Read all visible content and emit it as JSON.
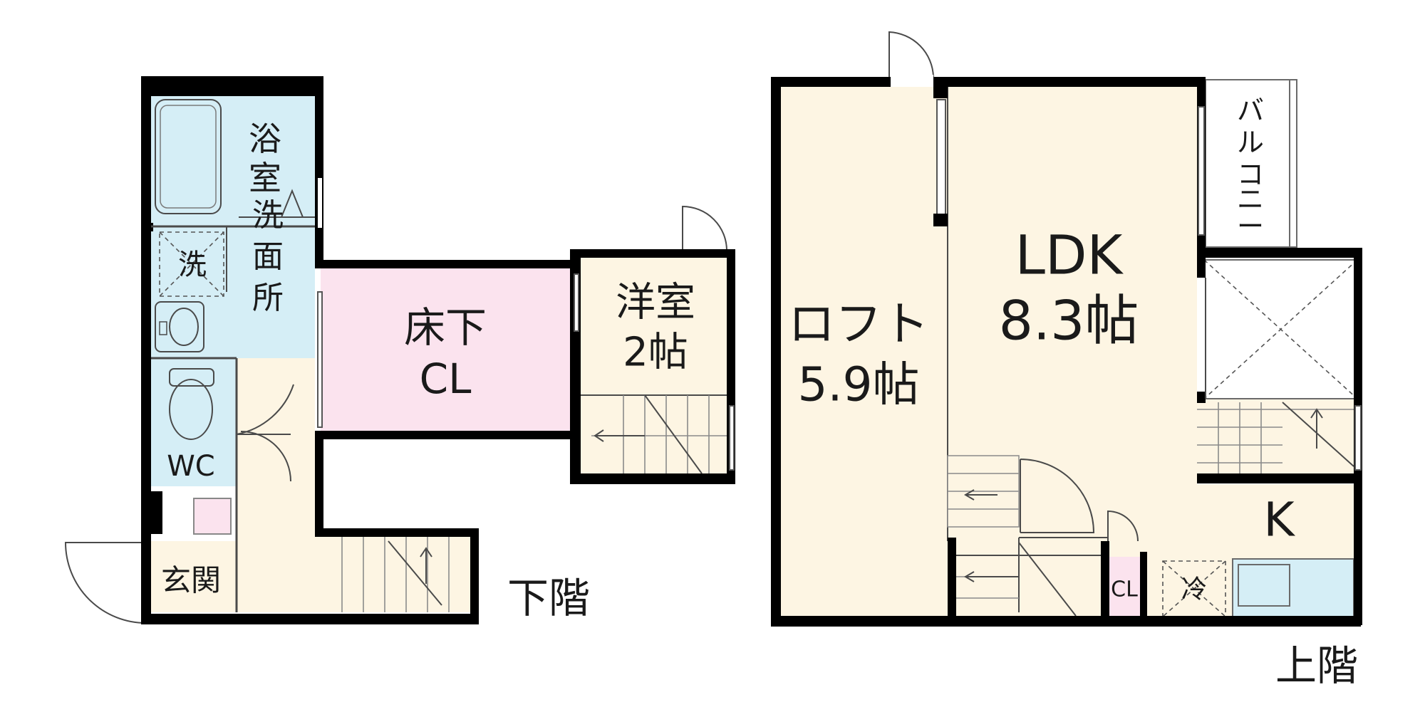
{
  "colors": {
    "wall": "#000000",
    "wet_area": "#d5eef6",
    "living": "#fdf5e3",
    "storage_underfloor": "#fbe3ee",
    "closet": "#fbe3ee"
  },
  "lower_floor": {
    "caption": "下階",
    "rooms": {
      "bathroom": "浴室",
      "washroom": "洗面所",
      "washer": "洗",
      "toilet": "WC",
      "entrance": "玄関",
      "underfloor_storage": [
        "床下",
        "CL"
      ],
      "western_room": [
        "洋室",
        "2帖"
      ]
    }
  },
  "upper_floor": {
    "caption": "上階",
    "rooms": {
      "loft": [
        "ロフト",
        "5.9帖"
      ],
      "ldk": [
        "LDK",
        "8.3帖"
      ],
      "kitchen": "K",
      "closet": "CL",
      "fridge": "冷",
      "balcony": [
        "バ",
        "ル",
        "コ",
        "ニ",
        "ー"
      ]
    }
  }
}
